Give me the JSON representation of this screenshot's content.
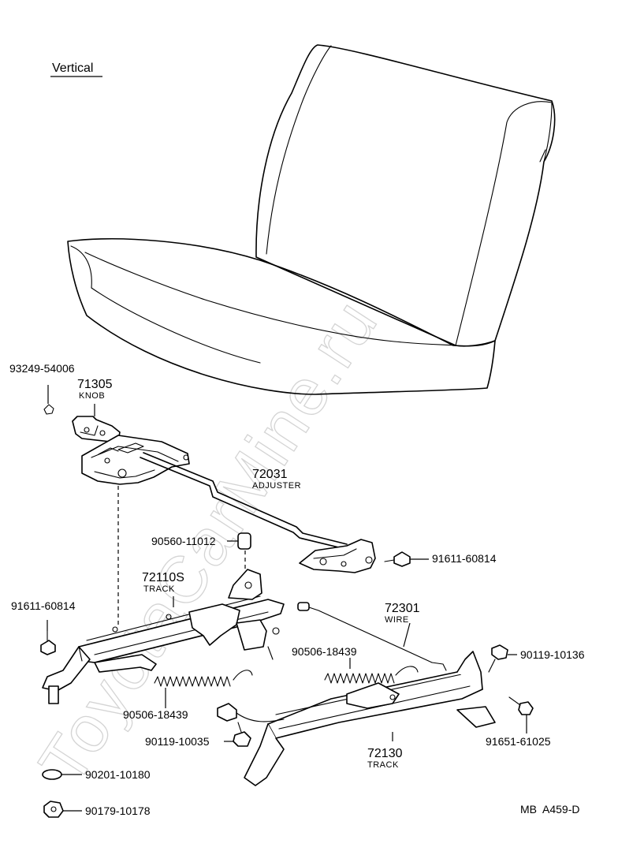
{
  "header": {
    "title": "Vertical"
  },
  "watermark": "ToyotaCarMine.ru",
  "reference_code": "MB  A459-D",
  "parts": {
    "p93249": {
      "number": "93249-54006"
    },
    "p71305": {
      "number": "71305",
      "name": "KNOB"
    },
    "p72031": {
      "number": "72031",
      "name": "ADJUSTER"
    },
    "p90560": {
      "number": "90560-11012"
    },
    "p91611_right": {
      "number": "91611-60814"
    },
    "p72110S": {
      "number": "72110S",
      "name": "TRACK"
    },
    "p91611_left": {
      "number": "91611-60814"
    },
    "p72301": {
      "number": "72301",
      "name": "WIRE"
    },
    "p90506_right": {
      "number": "90506-18439"
    },
    "p90119_10136": {
      "number": "90119-10136"
    },
    "p90506_left": {
      "number": "90506-18439"
    },
    "p90119_10035": {
      "number": "90119-10035"
    },
    "p72130": {
      "number": "72130",
      "name": "TRACK"
    },
    "p91651": {
      "number": "91651-61025"
    },
    "p90201": {
      "number": "90201-10180"
    },
    "p90179": {
      "number": "90179-10178"
    }
  }
}
